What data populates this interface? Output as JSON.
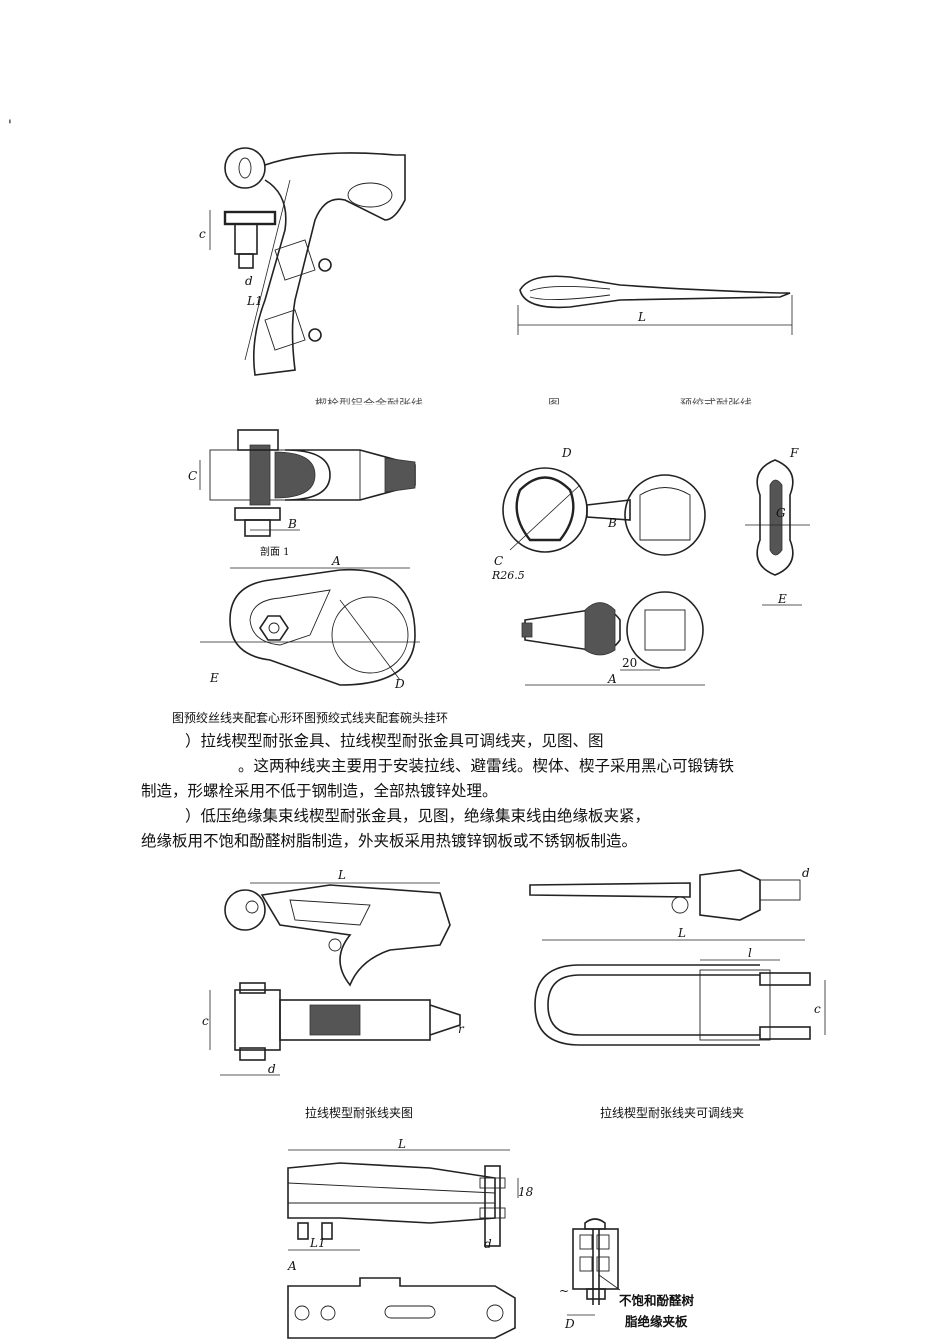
{
  "stray_mark": "'",
  "row1": {
    "cutoff_captions": [
      "楔栓型铝合金耐张线",
      "图",
      "预绞式耐张线"
    ]
  },
  "fig_labels": {
    "wedge_clamp": {
      "c": "c",
      "d": "d",
      "L1": "L1"
    },
    "preformed": {
      "L": "L"
    },
    "heart_ring": {
      "C": "C",
      "B": "B",
      "A": "A",
      "E": "E",
      "D": "D",
      "cut": "剖面 1"
    },
    "bowl_head": {
      "D": "D",
      "B": "B",
      "C": "C",
      "R": "R26.5",
      "F": "F",
      "G": "G",
      "E": "E",
      "dim20": "20",
      "A": "A"
    },
    "guy_wedge": {
      "L": "L",
      "c": "c",
      "d": "d",
      "r": "r"
    },
    "guy_adjustable": {
      "d": "d",
      "L": "L",
      "l": "l",
      "c": "c"
    },
    "bundle": {
      "L": "L",
      "L1": "L1",
      "18": "18",
      "d": "d",
      "A": "A",
      "tilde": "~",
      "D": "D",
      "note1": "不饱和酚醛树",
      "note2": "脂绝缘夹板"
    }
  },
  "caption_row2": "图预绞丝线夹配套心形环图预绞式线夹配套碗头挂环",
  "paragraphs": [
    "）拉线楔型耐张金具、拉线楔型耐张金具可调线夹，见图、图",
    "。这两种线夹主要用于安装拉线、避雷线。楔体、楔子采用黑心可锻铸铁",
    "制造，形螺栓采用不低于钢制造，全部热镀锌处理。",
    "）低压绝缘集束线楔型耐张金具，见图，绝缘集束线由绝缘板夹紧，",
    "绝缘板用不饱和酚醛树脂制造，外夹板采用热镀锌钢板或不锈钢板制造。"
  ],
  "captions_row3": [
    "拉线楔型耐张线夹图",
    "拉线楔型耐张线夹可调线夹"
  ]
}
